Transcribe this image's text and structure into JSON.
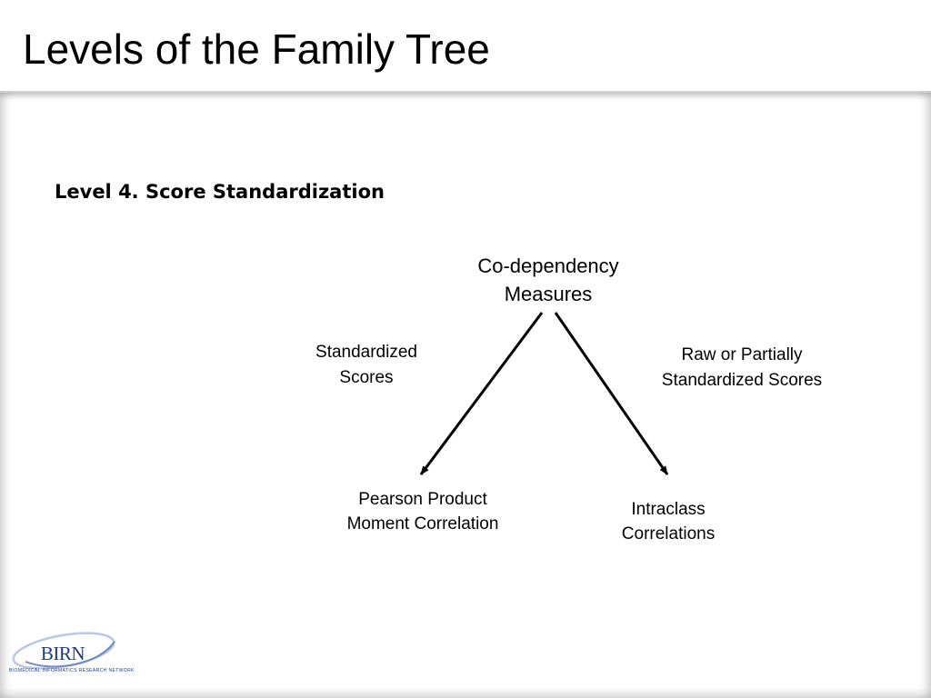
{
  "slide": {
    "title": "Levels of the Family Tree",
    "heading": "Level 4.  Score Standardization"
  },
  "diagram": {
    "root": {
      "line1": "Co-dependency",
      "line2": "Measures"
    },
    "left_branch": {
      "label_line1": "Standardized",
      "label_line2": "Scores",
      "child_line1": "Pearson Product",
      "child_line2": "Moment  Correlation"
    },
    "right_branch": {
      "label_line1": "Raw or Partially",
      "label_line2": "Standardized Scores",
      "child_line1": "Intraclass",
      "child_line2": "Correlations"
    }
  },
  "logo": {
    "name": "BIRN",
    "tagline": "BIOMEDICAL INFORMATICS RESEARCH NETWORK"
  },
  "colors": {
    "text": "#000000",
    "arrow": "#000000",
    "logo_blue": "#1f3a7a"
  }
}
